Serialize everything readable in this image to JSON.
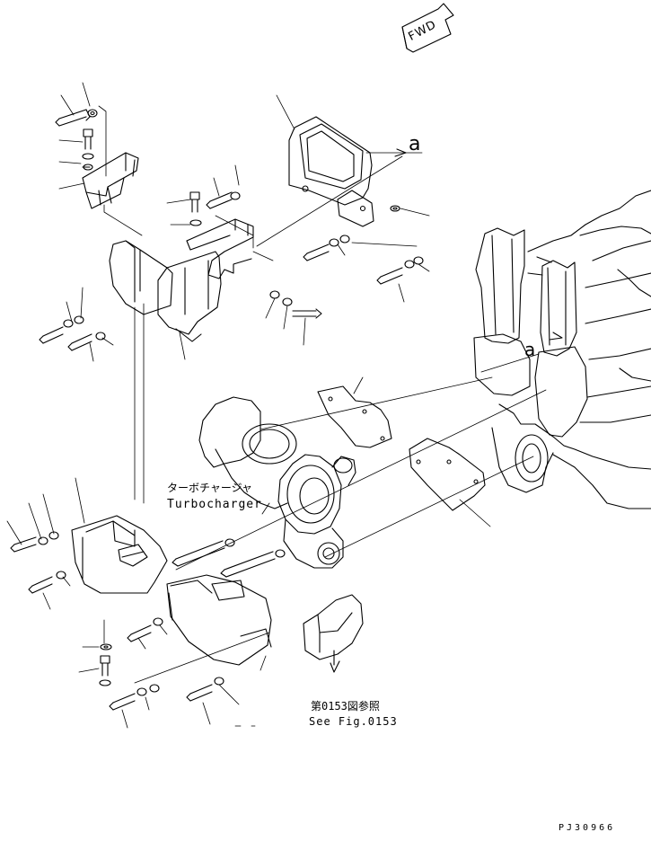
{
  "diagram": {
    "direction_badge": "FWD",
    "reference_marks": [
      "a",
      "a"
    ],
    "turbocharger": {
      "label_jp": "ターボチャージャ",
      "label_en": "Turbocharger"
    },
    "see_reference": {
      "label_jp": "第0153図参照",
      "label_en": "See Fig.0153"
    },
    "drawing_code": "PJ30966"
  },
  "colors": {
    "line": "#000000",
    "background": "#ffffff"
  }
}
